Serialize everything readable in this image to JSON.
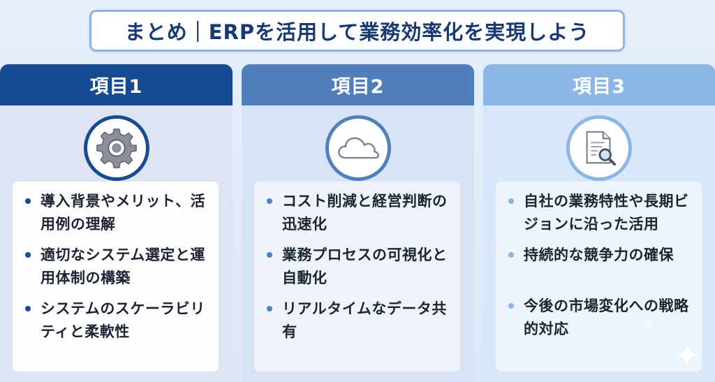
{
  "title": "まとめ｜ERPを活用して業務効率化を実現しよう",
  "columns": [
    {
      "header": "項目1",
      "icon": "gear-icon",
      "items": [
        "導入背景やメリット、活用例の理解",
        "適切なシステム選定と運用体制の構築",
        "システムのスケーラビリティと柔軟性"
      ]
    },
    {
      "header": "項目2",
      "icon": "cloud-icon",
      "items": [
        "コスト削減と経営判断の迅速化",
        "業務プロセスの可視化と自動化",
        "リアルタイムなデータ共有"
      ]
    },
    {
      "header": "項目3",
      "icon": "document-search-icon",
      "items": [
        "自社の業務特性や長期ビジョンに沿った活用",
        "持続的な競争力の確保",
        "今後の市場変化への戦略的対応"
      ]
    }
  ],
  "colors": {
    "column1": "#164a92",
    "column2": "#4f7fbd",
    "column3": "#8cb6e6",
    "title_text": "#173a73"
  }
}
